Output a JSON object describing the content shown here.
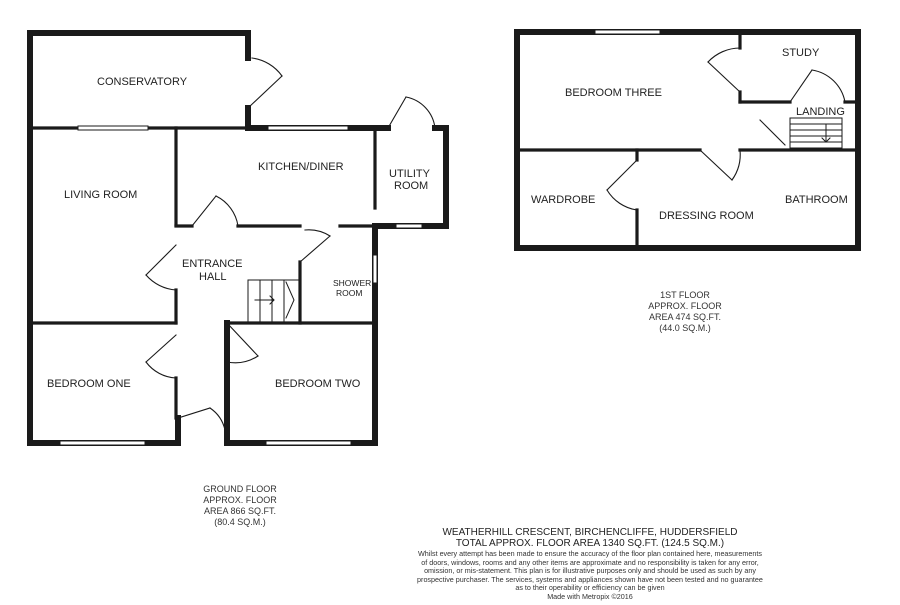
{
  "ground_floor": {
    "rooms": {
      "conservatory": "CONSERVATORY",
      "living_room": "LIVING ROOM",
      "kitchen_diner": "KITCHEN/DINER",
      "utility_line1": "UTILITY",
      "utility_line2": "ROOM",
      "entrance_line1": "ENTRANCE",
      "entrance_line2": "HALL",
      "shower_line1": "SHOWER",
      "shower_line2": "ROOM",
      "bedroom_one": "BEDROOM ONE",
      "bedroom_two": "BEDROOM TWO"
    },
    "area": {
      "line1": "GROUND FLOOR",
      "line2": "APPROX. FLOOR",
      "line3": "AREA 866 SQ.FT.",
      "line4": "(80.4 SQ.M.)"
    }
  },
  "first_floor": {
    "rooms": {
      "bedroom_three": "BEDROOM THREE",
      "study": "STUDY",
      "landing": "LANDING",
      "wardrobe": "WARDROBE",
      "dressing_room": "DRESSING ROOM",
      "bathroom": "BATHROOM"
    },
    "area": {
      "line1": "1ST FLOOR",
      "line2": "APPROX. FLOOR",
      "line3": "AREA 474 SQ.FT.",
      "line4": "(44.0 SQ.M.)"
    }
  },
  "footer": {
    "address": "WEATHERHILL CRESCENT, BIRCHENCLIFFE, HUDDERSFIELD",
    "total_area": "TOTAL APPROX. FLOOR AREA 1340 SQ.FT. (124.5 SQ.M.)",
    "disclaimer": [
      "Whilst every attempt has been made to ensure the accuracy of the floor plan contained here, measurements",
      "of doors, windows, rooms and any other items are approximate and no responsibility is taken for any error,",
      "omission, or mis-statement. This plan is for illustrative purposes only and should be used as such by any",
      "prospective purchaser. The services, systems and appliances shown have not been tested and no guarantee",
      "as to their operability or efficiency can be given"
    ],
    "credit": "Made with Metropix ©2016"
  }
}
